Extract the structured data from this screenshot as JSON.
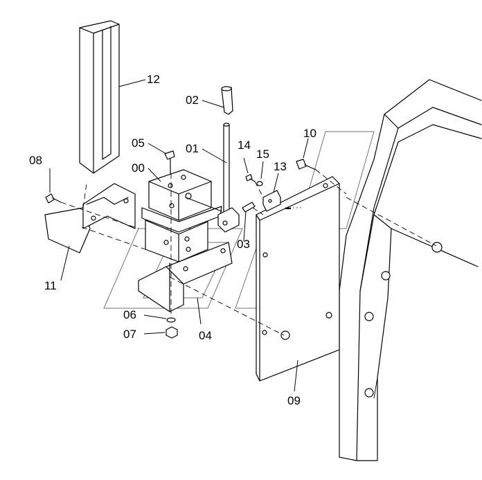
{
  "diagram": {
    "labels": {
      "p00": "00",
      "p01": "01",
      "p02": "02",
      "p03": "03",
      "p04": "04",
      "p05": "05",
      "p06": "06",
      "p07": "07",
      "p08": "08",
      "p09": "09",
      "p10": "10",
      "p11": "11",
      "p12": "12",
      "p13": "13",
      "p14": "14",
      "p15": "15"
    }
  }
}
